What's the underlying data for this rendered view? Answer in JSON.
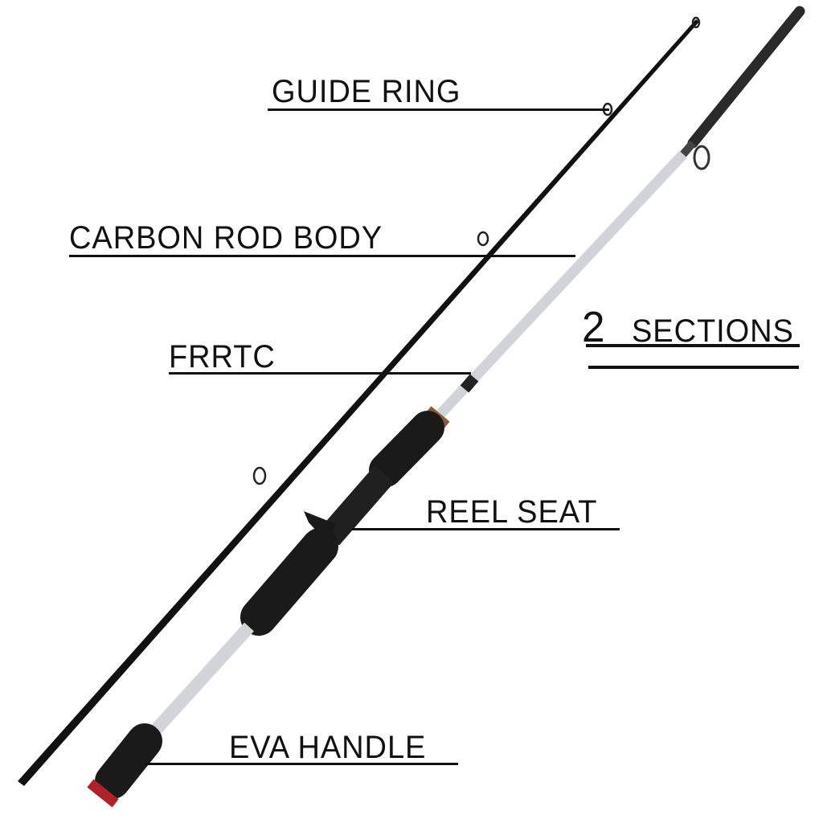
{
  "labels": {
    "guide_ring": "GUIDE RING",
    "carbon_rod_body": "CARBON ROD BODY",
    "frrtc": "FRRTC",
    "sections_count": "2",
    "sections_word": "SECTIONS",
    "reel_seat": "REEL SEAT",
    "eva_handle": "EVA HANDLE"
  },
  "colors": {
    "rod": "#111111",
    "blank": "#e8eaee",
    "grip": "#1a1a1a",
    "cork": "#8a5a3a",
    "butt_ring": "#b0222a"
  }
}
